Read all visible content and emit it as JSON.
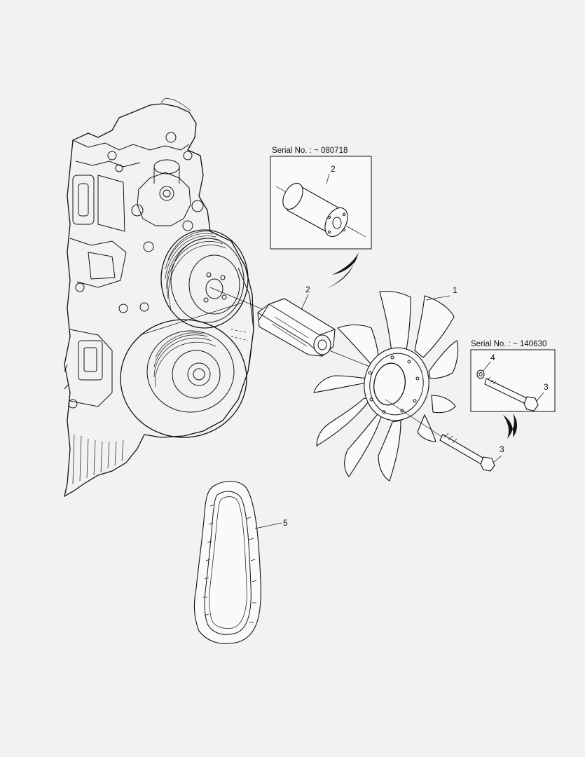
{
  "diagram": {
    "inset_top": {
      "serial_label": "Serial No. : ~ 080718",
      "callout": "2"
    },
    "inset_right": {
      "serial_label": "Serial No. : ~ 140630",
      "callout_washer": "4",
      "callout_bolt": "3"
    },
    "callouts": {
      "fan": "1",
      "spacer": "2",
      "bolt": "3",
      "belt": "5"
    }
  },
  "colors": {
    "background": "#f2f2f2",
    "line": "#111111"
  }
}
